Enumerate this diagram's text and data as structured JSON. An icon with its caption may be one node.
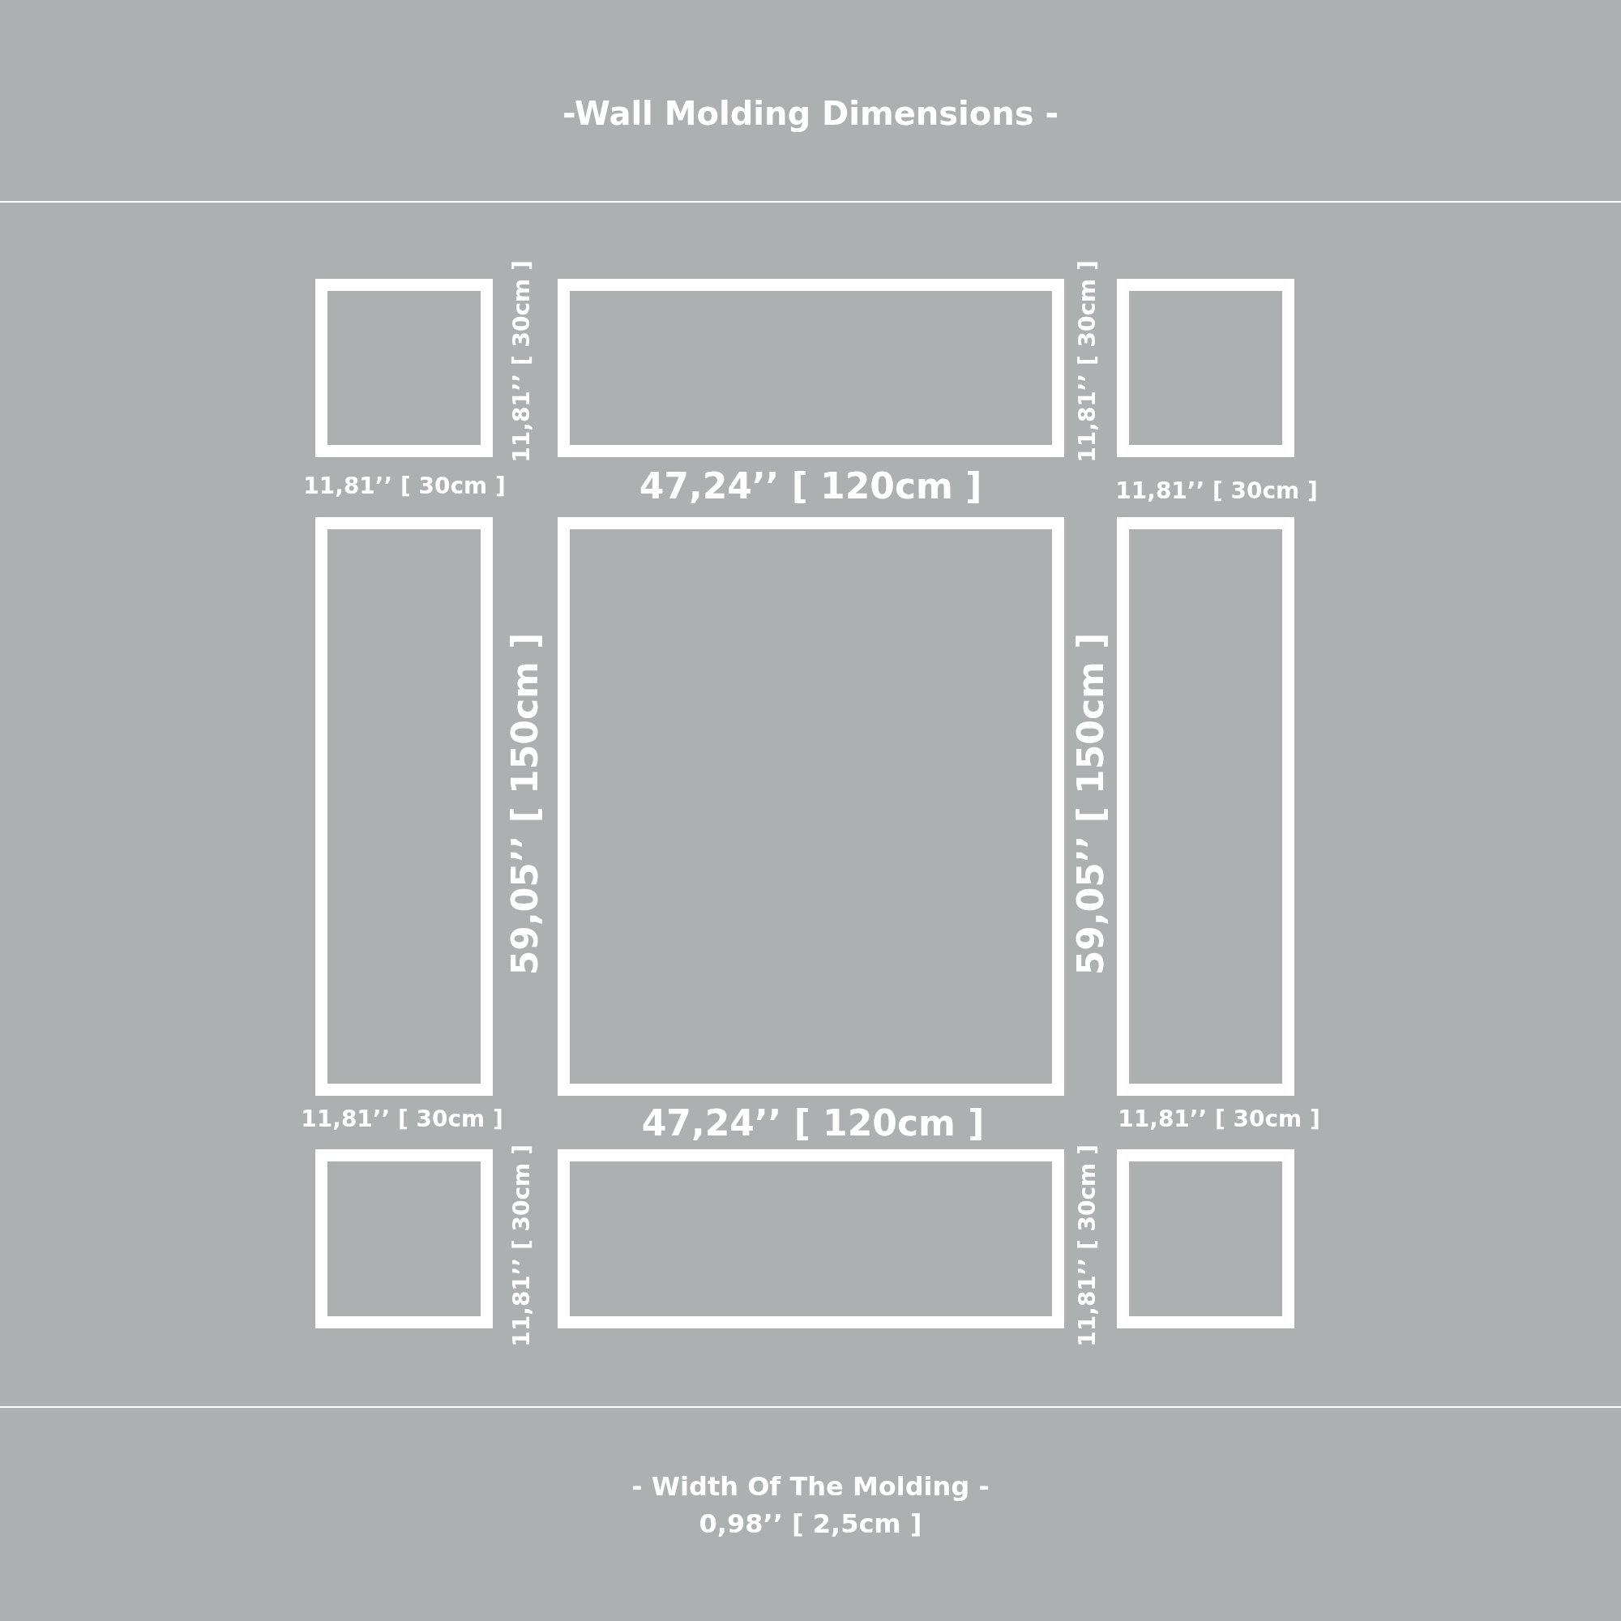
{
  "diagram": {
    "title": "-Wall Molding Dimensions -",
    "labels": [
      "11,81’’ [ 30cm ]",
      "11,81’’ [ 30cm ]",
      "11,81’’ [ 30cm ]",
      "47,24’’ [ 120cm ]",
      "11,81’’ [ 30cm ]",
      "59,05’’ [ 150cm ]",
      "59,05’’ [ 150cm ]",
      "11,81’’ [ 30cm ]",
      "47,24’’ [ 120cm ]",
      "11,81’’ [ 30cm ]",
      "11,81’’ [ 30cm ]",
      "11,81’’ [ 30cm ]",
      "- Width Of The Molding -",
      "0,98’’ [ 2,5cm ]"
    ]
  }
}
